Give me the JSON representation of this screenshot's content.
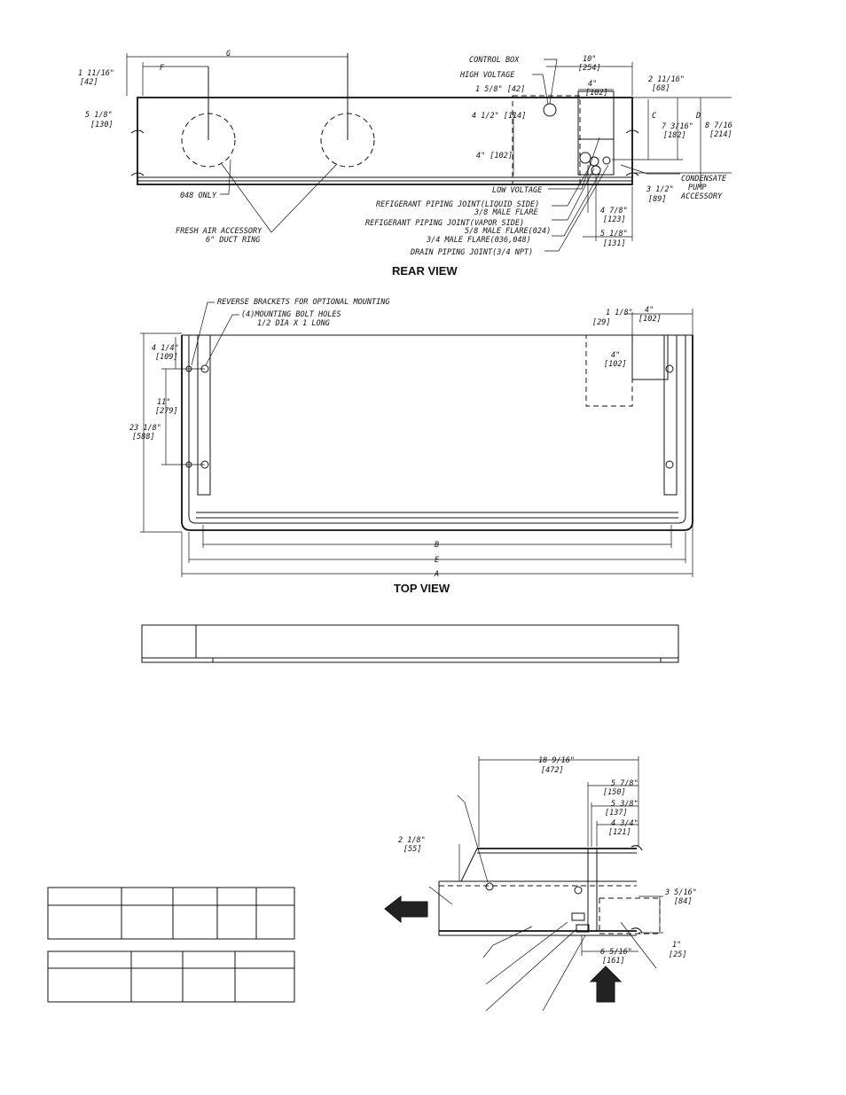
{
  "rear_view": {
    "title": "REAR VIEW",
    "dims": {
      "g": "G",
      "f": "F",
      "d_1_11_16": "1 11/16\"",
      "d_42": "[42]",
      "d_5_1_8": "5 1/8\"",
      "d_130": "[130]",
      "c": "C",
      "d": "D",
      "d_10": "10\"",
      "d_254": "[254]",
      "d_4": "4\"",
      "d_102": "[102]",
      "d_1_5_8": "1 5/8\" [42]",
      "d_4_1_2": "4 1/2\" [114]",
      "d_4b": "4\" [102]",
      "d_2_11_16": "2 11/16\"",
      "d_68": "[68]",
      "d_7_3_16": "7 3/16\"",
      "d_182": "[182]",
      "d_8_7_16": "8 7/16",
      "d_214": "[214]",
      "d_3_1_2": "3 1/2\"",
      "d_89": "[89]",
      "d_4_7_8": "4 7/8\"",
      "d_123": "[123]",
      "d_5_1_8b": "5 1/8\"",
      "d_131": "[131]"
    },
    "callouts": {
      "control_box": "CONTROL BOX",
      "high_voltage": "HIGH VOLTAGE",
      "condensate_1": "CONDENSATE",
      "condensate_2": "PUMP",
      "condensate_3": "ACCESSORY",
      "low_voltage": "LOW VOLTAGE",
      "liquid_1": "REFIGERANT PIPING JOINT(LIQUID SIDE)",
      "liquid_2": "3/8 MALE FLARE",
      "vapor_1": "REFIGERANT PIPING JOINT(VAPOR SIDE)",
      "vapor_2": "5/8 MALE FLARE(024)",
      "vapor_3": "3/4 MALE FLARE(036,048)",
      "drain": "DRAIN PIPING JOINT(3/4 NPT)",
      "only_048": "048 ONLY",
      "fresh_air_1": "FRESH AIR ACCESSORY",
      "fresh_air_2": "6\" DUCT RING"
    }
  },
  "top_view": {
    "title": "TOP  VIEW",
    "callouts": {
      "reverse": "REVERSE BRACKETS FOR OPTIONAL MOUNTING",
      "bolt_1": "(4)MOUNTING BOLT HOLES",
      "bolt_2": "1/2 DIA X 1 LONG"
    },
    "dims": {
      "d_4_1_4": "4 1/4\"",
      "d_109": "[109]",
      "d_11": "11\"",
      "d_279": "[279]",
      "d_23_1_8": "23 1/8\"",
      "d_588": "[588]",
      "d_1_1_8": "1 1/8\"",
      "d_29": "[29]",
      "d_4a": "4\"",
      "d_102a": "[102]",
      "d_4b": "4\"",
      "d_102b": "[102]",
      "b": "B",
      "e": "E",
      "a": "A"
    }
  },
  "side_view": {
    "dims": {
      "d_18_9_16": "18 9/16\"",
      "d_472": "[472]",
      "d_5_7_8": "5 7/8\"",
      "d_150": "[150]",
      "d_5_3_8": "5 3/8\"",
      "d_137": "[137]",
      "d_4_3_4": "4 3/4\"",
      "d_121": "[121]",
      "d_2_1_8": "2 1/8\"",
      "d_55": "[55]",
      "d_3_5_16": "3 5/16\"",
      "d_84": "[84]",
      "d_1": "1\"",
      "d_25": "[25]",
      "d_6_5_16": "6 5/16\"",
      "d_161": "[161]"
    }
  }
}
